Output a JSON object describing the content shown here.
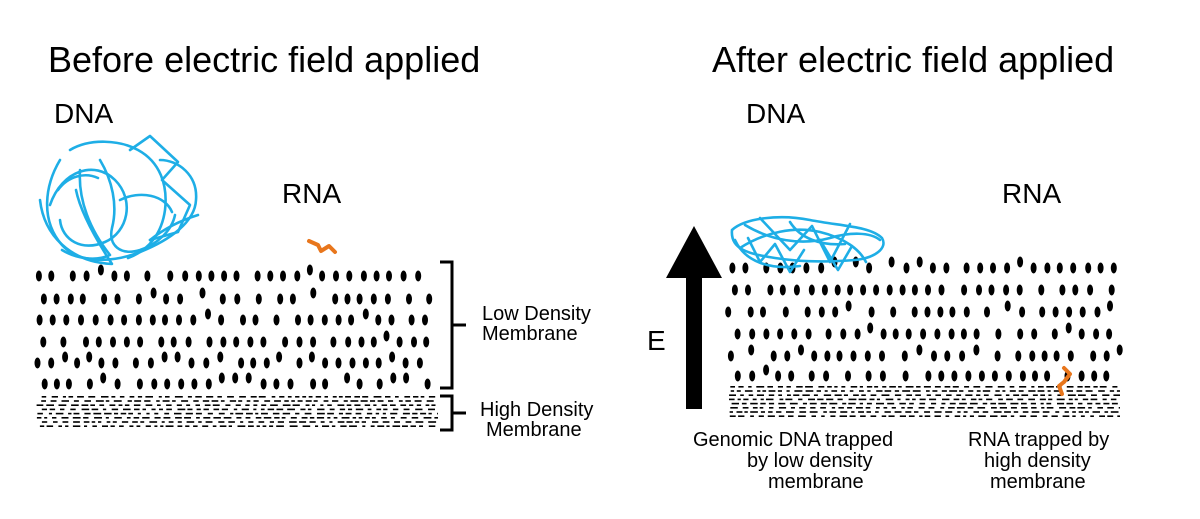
{
  "panels": {
    "before": {
      "title": "Before electric field applied",
      "dna_label": "DNA",
      "rna_label": "RNA",
      "low_density_label_1": "Low Density",
      "low_density_label_2": "Membrane",
      "high_density_label_1": "High Density",
      "high_density_label_2": "Membrane"
    },
    "after": {
      "title": "After electric field applied",
      "dna_label": "DNA",
      "rna_label": "RNA",
      "field_label": "E",
      "dna_caption_1": "Genomic DNA trapped",
      "dna_caption_2": "by low density",
      "dna_caption_3": "membrane",
      "rna_caption_1": "RNA trapped by",
      "rna_caption_2": "high density",
      "rna_caption_3": "membrane"
    }
  },
  "colors": {
    "dna": "#1eaee6",
    "rna": "#e8761c",
    "membrane": "#000000"
  },
  "icons": {
    "field_arrow": "up-arrow-icon"
  }
}
